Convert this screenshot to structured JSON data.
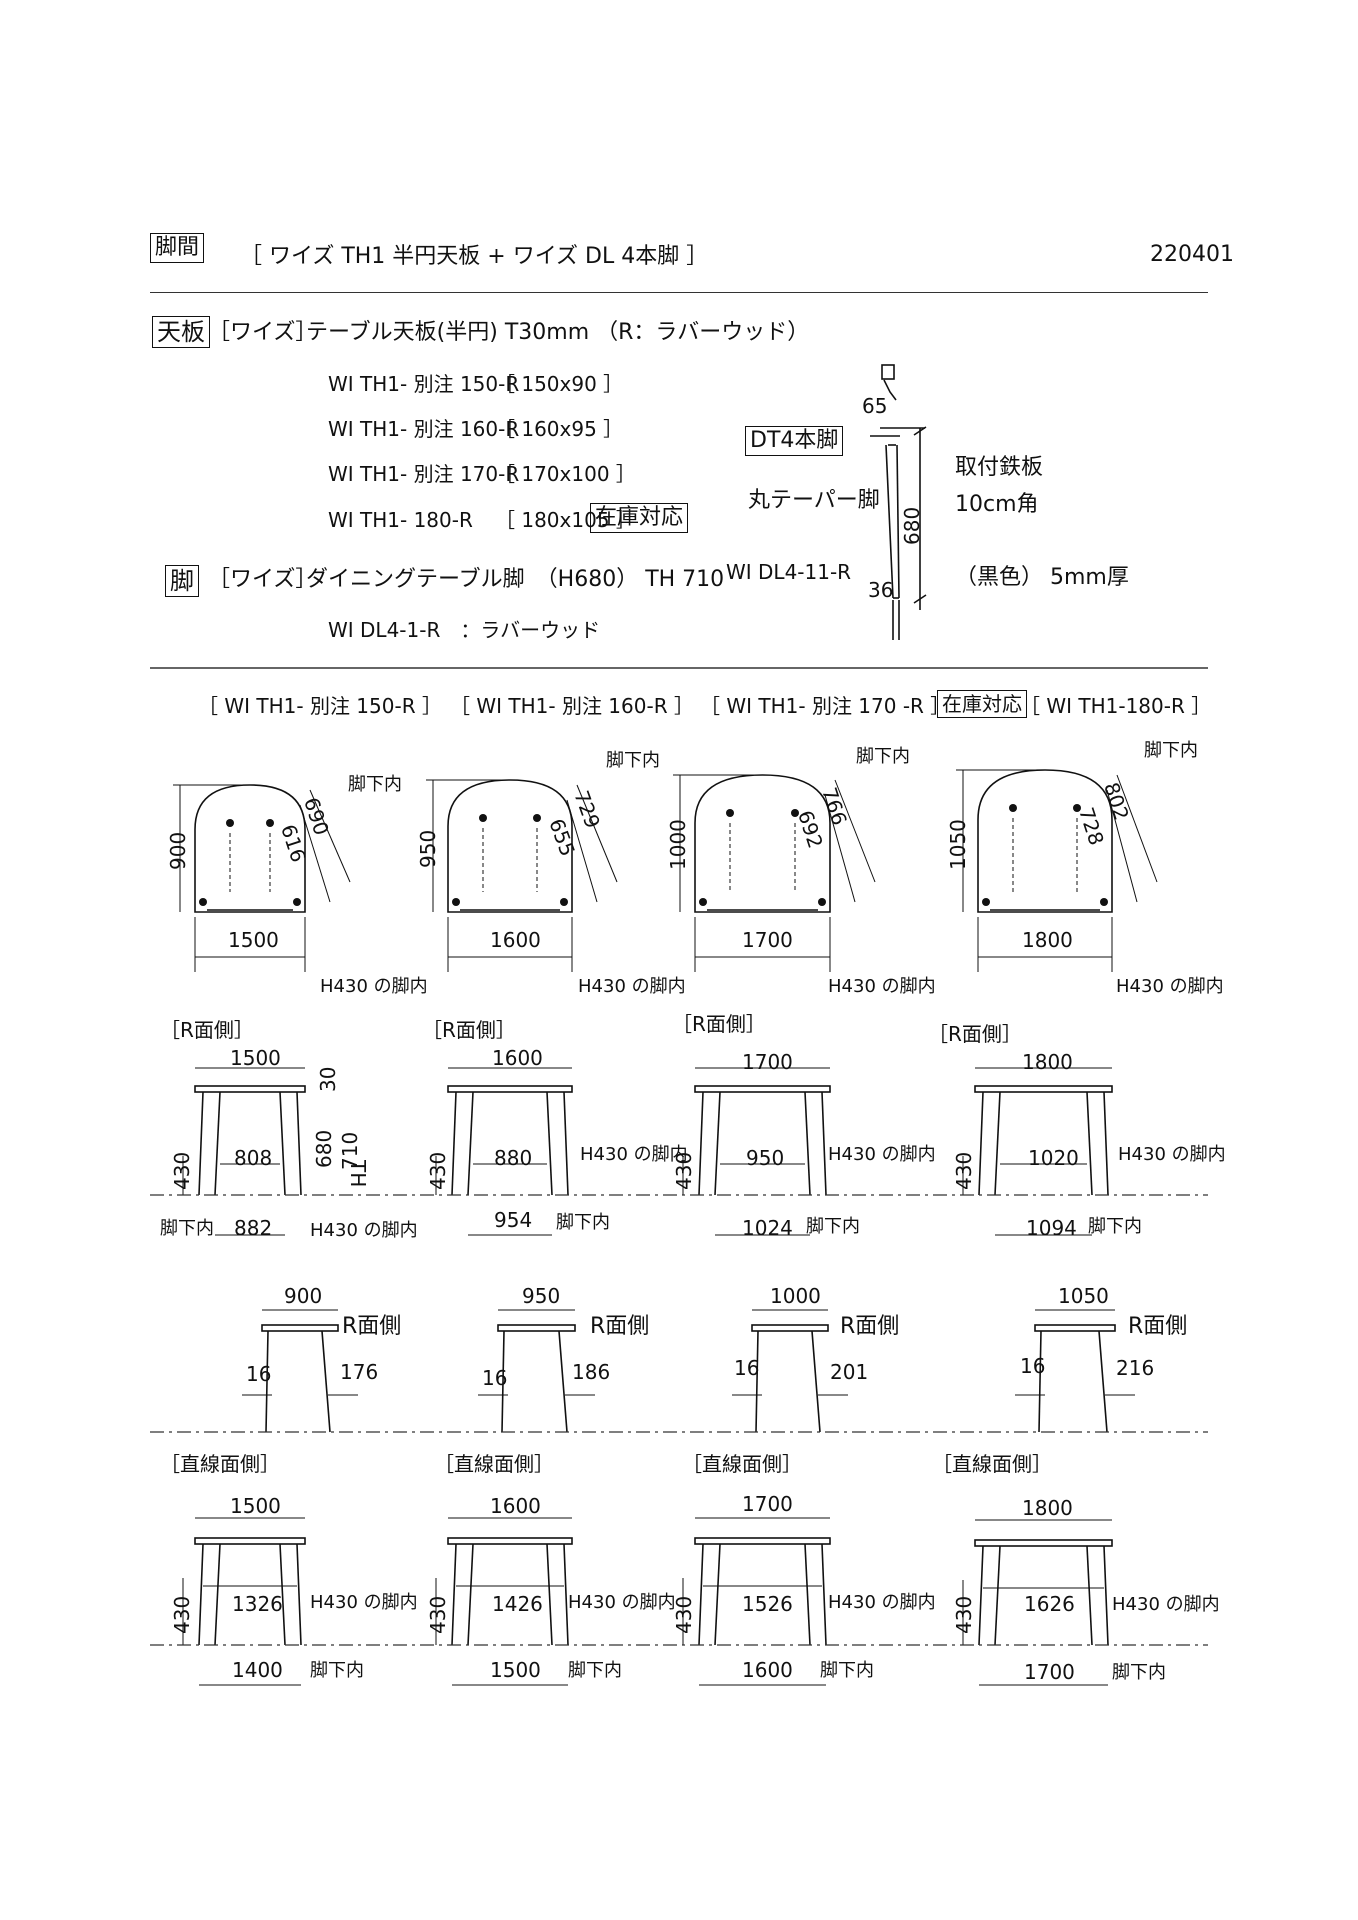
{
  "header": {
    "tag": "脚間",
    "title": "［ ワイズ TH1 半円天板 + ワイズ DL 4本脚 ］",
    "code": "220401"
  },
  "spec": {
    "top_tag": "天板",
    "top_brand": "［ワイズ］",
    "top_desc": "テーブル天板(半円) T30mm （R：ラバーウッド）",
    "models": [
      {
        "name": "WI TH1- 別注 150-R",
        "size": "［ 150x90 ］"
      },
      {
        "name": "WI TH1- 別注 160-R",
        "size": "［ 160x95 ］"
      },
      {
        "name": "WI TH1- 別注 170-R",
        "size": "［ 170x100 ］"
      },
      {
        "name": "WI TH1- 180-R",
        "size": "［ 180x105 ］",
        "badge": "在庫対応"
      }
    ],
    "leg_tag": "脚",
    "leg_brand": "［ワイズ］",
    "leg_desc": "ダイニングテーブル脚　（H680） TH 710",
    "leg_model": "WI DL4-1-R　：ラバーウッド"
  },
  "leg_detail": {
    "tag": "DT4本脚",
    "type": "丸テーパー脚",
    "model": "WI DL4-11-R",
    "dim_top": "65",
    "dim_height": "680",
    "dim_bottom": "36",
    "plate_1": "取付鉄板",
    "plate_2": "10cm角",
    "plate_3": "（黒色） 5mm厚"
  },
  "plans": [
    {
      "title": "［ WI TH1- 別注 150-R ］",
      "width": "1500",
      "depth": "900",
      "d1": "690",
      "d2": "616",
      "leg_in": "脚下内",
      "h430": "H430 の脚内"
    },
    {
      "title": "［ WI TH1- 別注 160-R ］",
      "width": "1600",
      "depth": "950",
      "d1": "729",
      "d2": "655",
      "leg_in": "脚下内",
      "h430": "H430 の脚内"
    },
    {
      "title": "［ WI TH1- 別注 170 -R ］",
      "width": "1700",
      "depth": "1000",
      "d1": "766",
      "d2": "692",
      "leg_in": "脚下内",
      "h430": "H430 の脚内"
    },
    {
      "title": "［ WI TH1-180-R ］",
      "badge": "在庫対応",
      "width": "1800",
      "depth": "1050",
      "d1": "802",
      "d2": "728",
      "leg_in": "脚下内",
      "h430": "H430 の脚内"
    }
  ],
  "r_side": {
    "label": "［R面側］",
    "views": [
      {
        "top": "1500",
        "inner": "808",
        "bottom": "882",
        "h": "430",
        "leg_h": "680",
        "th": "710",
        "t": "30",
        "th_label": "TH",
        "leg_in": "脚下内",
        "h430": "H430 の脚内"
      },
      {
        "top": "1600",
        "inner": "880",
        "bottom": "954",
        "h": "430",
        "leg_in": "脚下内",
        "h430": "H430 の脚内"
      },
      {
        "top": "1700",
        "inner": "950",
        "bottom": "1024",
        "h": "430",
        "leg_in": "脚下内",
        "h430": "H430 の脚内"
      },
      {
        "top": "1800",
        "inner": "1020",
        "bottom": "1094",
        "h": "430",
        "leg_in": "脚下内",
        "h430": "H430 の脚内"
      }
    ]
  },
  "side": {
    "label": "R面側",
    "views": [
      {
        "top": "900",
        "left": "16",
        "right": "176"
      },
      {
        "top": "950",
        "left": "16",
        "right": "186"
      },
      {
        "top": "1000",
        "left": "16",
        "right": "201"
      },
      {
        "top": "1050",
        "left": "16",
        "right": "216"
      }
    ]
  },
  "straight": {
    "label": "［直線面側］",
    "views": [
      {
        "top": "1500",
        "inner": "1326",
        "bottom": "1400",
        "h": "430",
        "leg_in": "脚下内",
        "h430": "H430 の脚内"
      },
      {
        "top": "1600",
        "inner": "1426",
        "bottom": "1500",
        "h": "430",
        "leg_in": "脚下内",
        "h430": "H430 の脚内"
      },
      {
        "top": "1700",
        "inner": "1526",
        "bottom": "1600",
        "h": "430",
        "leg_in": "脚下内",
        "h430": "H430 の脚内"
      },
      {
        "top": "1800",
        "inner": "1626",
        "bottom": "1700",
        "h": "430",
        "leg_in": "脚下内",
        "h430": "H430 の脚内"
      }
    ]
  }
}
